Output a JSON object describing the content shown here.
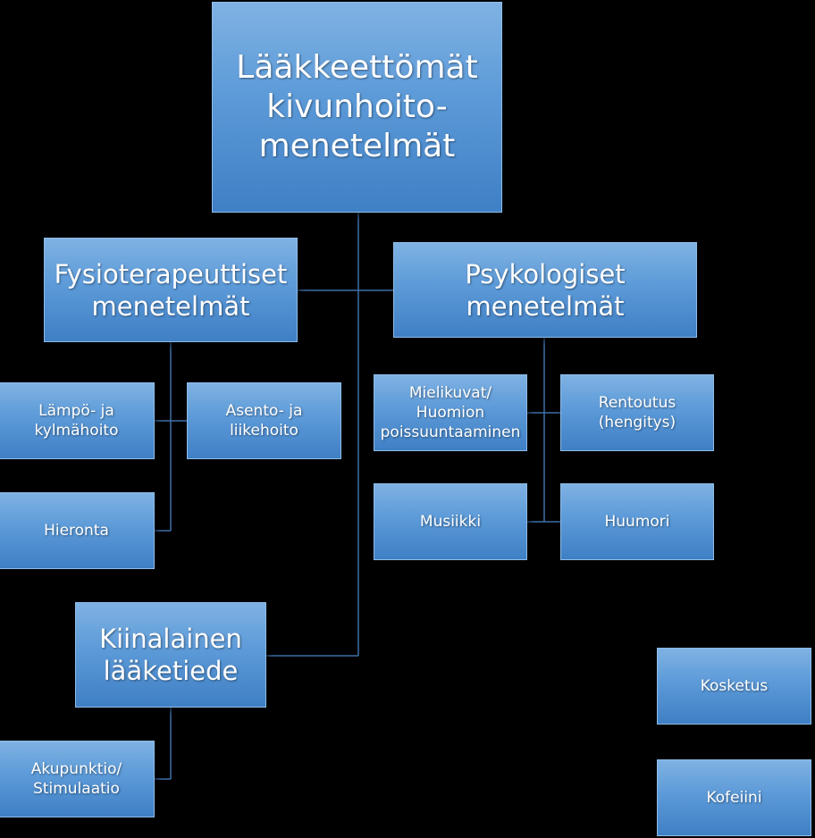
{
  "root": "Lääkkeettömät\nkivunhoito-\nmenetelmät",
  "fysio": {
    "title": "Fysioterapeuttiset\nmenetelmät",
    "items": [
      "Lämpö- ja\nkylmähoito",
      "Asento- ja\nliikehoito",
      "Hieronta"
    ]
  },
  "psyko": {
    "title": "Psykologiset\nmenetelmät",
    "items": [
      "Mielikuvat/\nHuomion\npoissuuntaaminen",
      "Rentoutus\n(hengitys)",
      "Musiikki",
      "Huumori"
    ]
  },
  "kiina": {
    "title": "Kiinalainen\nlääketiede",
    "items": [
      "Akupunktio/\nStimulaatio"
    ]
  },
  "other": [
    "Kosketus",
    "Kofeiini"
  ]
}
